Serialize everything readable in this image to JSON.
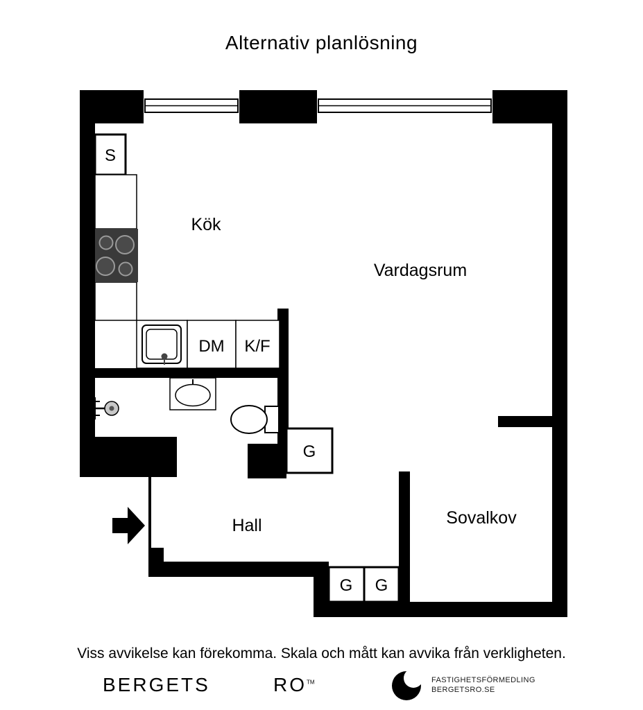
{
  "title": "Alternativ planlösning",
  "rooms": {
    "kitchen": "Kök",
    "living_room": "Vardagsrum",
    "hall": "Hall",
    "sleeping_alcove": "Sovalkov"
  },
  "fixtures": {
    "closet_s": "S",
    "dishwasher": "DM",
    "fridge_freezer": "K/F",
    "wardrobe_mid": "G",
    "wardrobe_left": "G",
    "wardrobe_right": "G"
  },
  "disclaimer": "Viss avvikelse kan förekomma. Skala och mått kan avvika från verkligheten.",
  "footer": {
    "brand_first": "BERGETS",
    "brand_second": "RO",
    "trademark": "TM",
    "agency_line1": "FASTIGHETSFÖRMEDLING",
    "agency_line2": "BERGETSRO.SE"
  },
  "icons": {
    "entry_arrow": "entry-arrow-icon",
    "stove": "stove-icon",
    "kitchen_sink": "kitchen-sink-icon",
    "washbasin": "washbasin-icon",
    "toilet": "toilet-icon",
    "shower_mixer": "shower-mixer-icon",
    "window": "window-icon",
    "logo": "crescent-logo-icon"
  },
  "colors": {
    "wall": "#000000",
    "background": "#ffffff",
    "stove_body": "#3a3a3a",
    "burner_fill": "#4a4a4a",
    "burner_ring": "#9a9a9a",
    "text": "#000000"
  }
}
